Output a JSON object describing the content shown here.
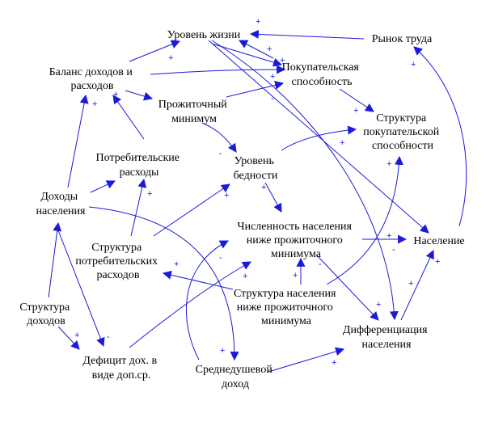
{
  "colors": {
    "edge": "#1a1ad9",
    "sign": "#1a1ad9",
    "text": "#000000",
    "background": "#ffffff"
  },
  "nodes": {
    "uroven_zhizni": [
      "Уровень жизни"
    ],
    "rynok_truda": [
      "Рынок труда"
    ],
    "balans": [
      "Баланс доходов и",
      "расходов"
    ],
    "pokupatelnaya": [
      "Покупательская",
      "способность"
    ],
    "prozhitochny": [
      "Прожиточный",
      "минимум"
    ],
    "struktura_pokup": [
      "Структура",
      "покупательской",
      "способности"
    ],
    "potrebitelskie": [
      "Потребительские",
      "расходы"
    ],
    "uroven_bednosti": [
      "Уровень",
      "бедности"
    ],
    "dokhody": [
      "Доходы",
      "населения"
    ],
    "chislennost": [
      "Численность населения",
      "ниже прожиточного",
      "минимума"
    ],
    "naselenie": [
      "Население"
    ],
    "struktura_potreb": [
      "Структура",
      "потребительских",
      "расходов"
    ],
    "struktura_nasel": [
      "Структура населения",
      "ниже прожиточного",
      "минимума"
    ],
    "struktura_dokh": [
      "Структура",
      "доходов"
    ],
    "differentsiatsiya": [
      "Дифференциация",
      "населения"
    ],
    "defitsit": [
      "Дефицит дох. в",
      "виде доп.ср."
    ],
    "srednedushevoy": [
      "Среднедушевой",
      "доход"
    ]
  },
  "signs": [
    "+",
    "+",
    "+",
    "+",
    "+",
    "+",
    "+",
    "+",
    "-",
    "+",
    "+",
    "+",
    "+",
    "+",
    "+",
    "+",
    "-",
    "+",
    "-",
    "+",
    "+",
    "+",
    "-",
    "+",
    "+",
    "+",
    "-",
    "-",
    "+",
    "+",
    "+"
  ]
}
